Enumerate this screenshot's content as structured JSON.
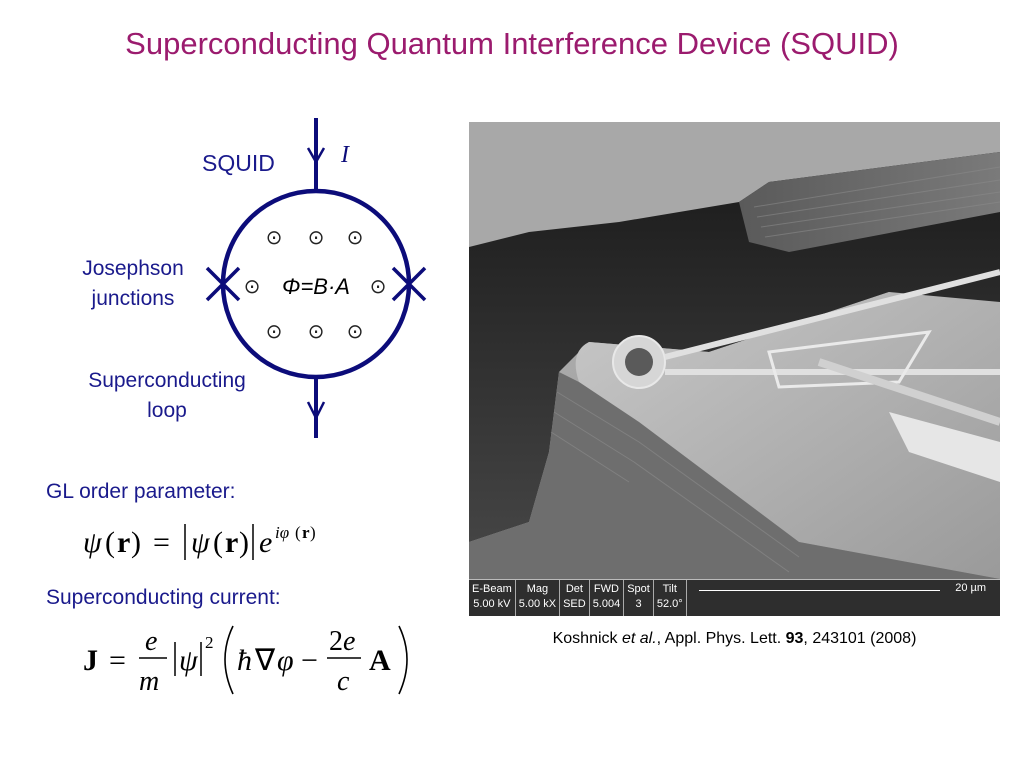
{
  "slide": {
    "title": "Superconducting Quantum Interference Device (SQUID)"
  },
  "diagram": {
    "squid_label": "SQUID",
    "current_label": "I",
    "junction_label_line1": "Josephson",
    "junction_label_line2": "junctions",
    "loop_label_line1": "Superconducting",
    "loop_label_line2": "loop",
    "flux_label": "Φ=B·A",
    "field_symbol": "⊙"
  },
  "text": {
    "gl_label": "GL order parameter:",
    "current_eq_label": "Superconducting current:"
  },
  "equations": {
    "gl": "ψ(r) = |ψ(r)| e^{iφ(r)}",
    "current": "J = (e/m)|ψ|^2 (ħ∇φ − (2e/c) A)"
  },
  "sem_image": {
    "databar": [
      {
        "head": "E-Beam",
        "value": "5.00 kV"
      },
      {
        "head": "Mag",
        "value": "5.00 kX"
      },
      {
        "head": "Det",
        "value": "SED"
      },
      {
        "head": "FWD",
        "value": "5.004"
      },
      {
        "head": "Spot",
        "value": "3"
      },
      {
        "head": "Tilt",
        "value": "52.0°"
      }
    ],
    "scale_bar": "20 µm"
  },
  "caption": {
    "authors": "Koshnick",
    "etal": "et al.",
    "journal": ", Appl. Phys. Lett. ",
    "volume": "93",
    "pages": ", 243101 (2008)"
  },
  "colors": {
    "title": "#9b1b6e",
    "text_blue": "#1a1a8c",
    "diagram_navy": "#0c0c7a"
  }
}
